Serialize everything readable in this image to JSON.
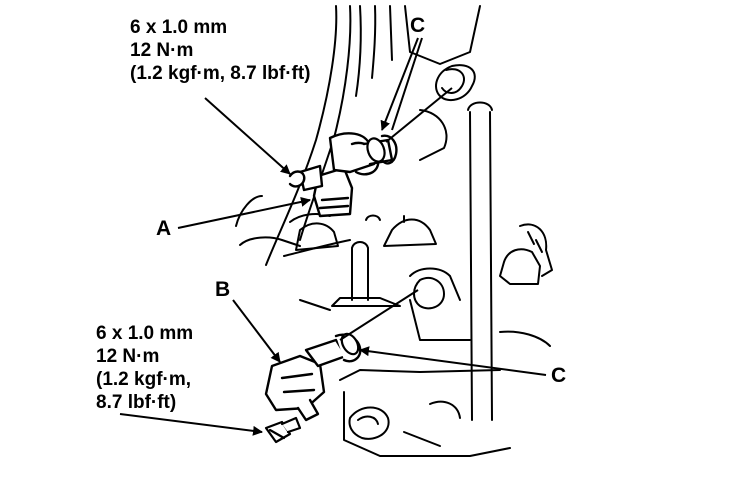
{
  "spec_top": {
    "lines": [
      "6 x 1.0 mm",
      "12 N·m",
      "(1.2 kgf·m, 8.7 lbf·ft)"
    ]
  },
  "spec_bottom": {
    "lines": [
      "6 x 1.0 mm",
      "12 N·m",
      "(1.2 kgf·m,",
      "8.7 lbf·ft)"
    ]
  },
  "callouts": {
    "a": "A",
    "b": "B",
    "c_top": "C",
    "c_bottom": "C"
  },
  "colors": {
    "ink": "#000000",
    "paper": "#ffffff"
  }
}
